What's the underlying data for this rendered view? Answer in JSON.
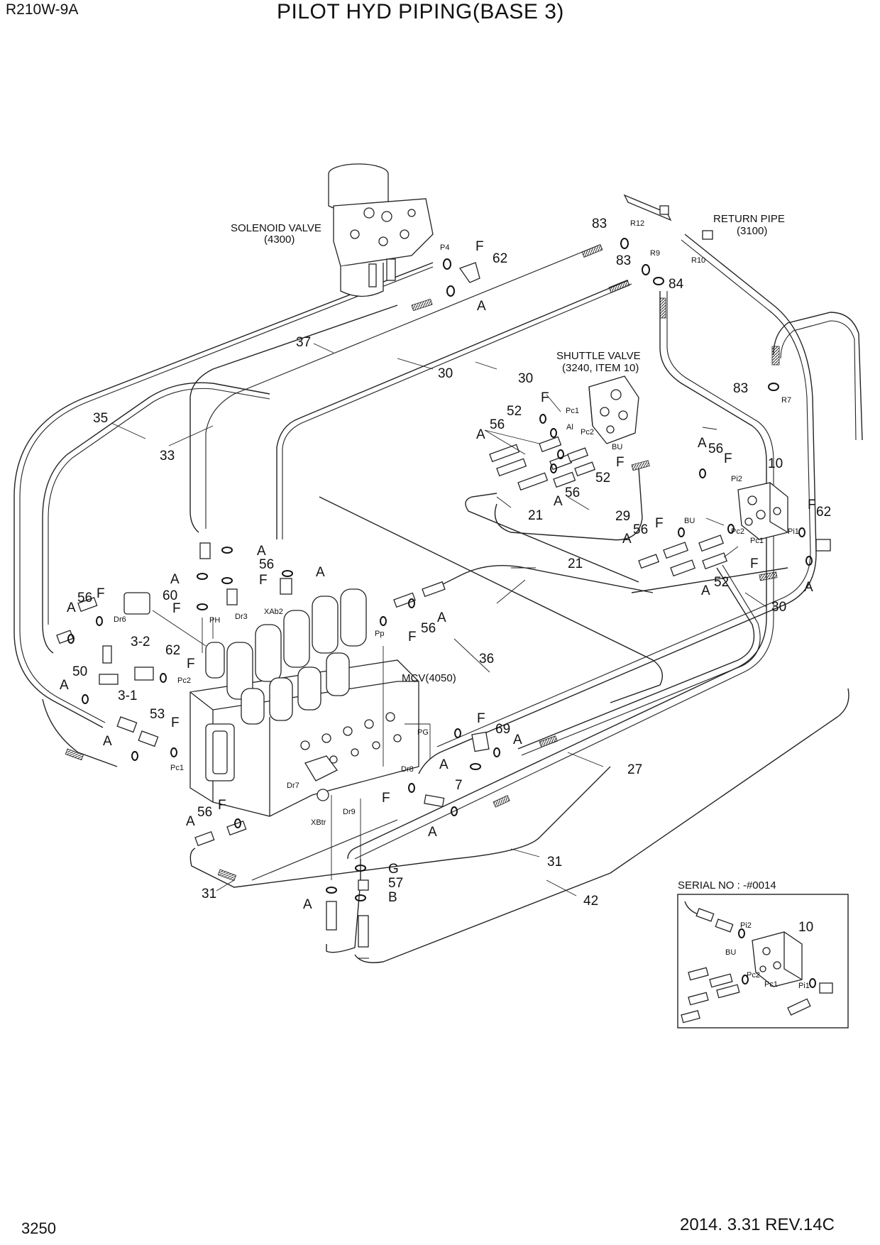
{
  "header": {
    "model": "R210W-9A",
    "title": "PILOT HYD PIPING(BASE 3)"
  },
  "footer": {
    "page": "3250",
    "date_rev": "2014. 3.31  REV.14C"
  },
  "components": {
    "solenoid": [
      "SOLENOID VALVE",
      "(4300)"
    ],
    "return_pipe": [
      "RETURN PIPE",
      "(3100)"
    ],
    "shuttle": [
      "SHUTTLE VALVE",
      "(3240, ITEM 10)"
    ],
    "mcv": "MCV(4050)",
    "serial": "SERIAL NO : -#0014"
  },
  "callouts": {
    "c83a": "83",
    "c83b": "83",
    "c83c": "83",
    "c84": "84",
    "c62a": "62",
    "c62b": "62",
    "c62c": "62",
    "c37": "37",
    "c30a": "30",
    "c30b": "30",
    "c30c": "30",
    "c35": "35",
    "c33": "33",
    "c52a": "52",
    "c52b": "52",
    "c52c": "52",
    "c56a": "56",
    "c56b": "56",
    "c56c": "56",
    "c56d": "56",
    "c56e": "56",
    "c56f": "56",
    "c56g": "56",
    "c56h": "56",
    "c10a": "10",
    "c10b": "10",
    "c21a": "21",
    "c21b": "21",
    "c29": "29",
    "c60": "60",
    "c3_2": "3-2",
    "c3_1": "3-1",
    "c50": "50",
    "c53": "53",
    "c36": "36",
    "c69": "69",
    "c27": "27",
    "c7": "7",
    "c31a": "31",
    "c31b": "31",
    "c57": "57",
    "c42": "42",
    "lA": "A",
    "lF": "F",
    "lG": "G",
    "lB": "B"
  },
  "ports": {
    "P4": "P4",
    "R12": "R12",
    "R9": "R9",
    "R10": "R10",
    "R7": "R7",
    "Pc1": "Pc1",
    "Al": "Al",
    "Pc2": "Pc2",
    "BU": "BU",
    "Pi2": "Pi2",
    "Pi1": "Pi1",
    "PH": "PH",
    "Dr3": "Dr3",
    "XAb2": "XAb2",
    "Pp": "Pp",
    "Dr6": "Dr6",
    "PG": "PG",
    "Dr8": "Dr8",
    "Dr7": "Dr7",
    "Dr9": "Dr9",
    "XBtr": "XBtr"
  },
  "colors": {
    "line": "#222222",
    "background": "#ffffff"
  }
}
